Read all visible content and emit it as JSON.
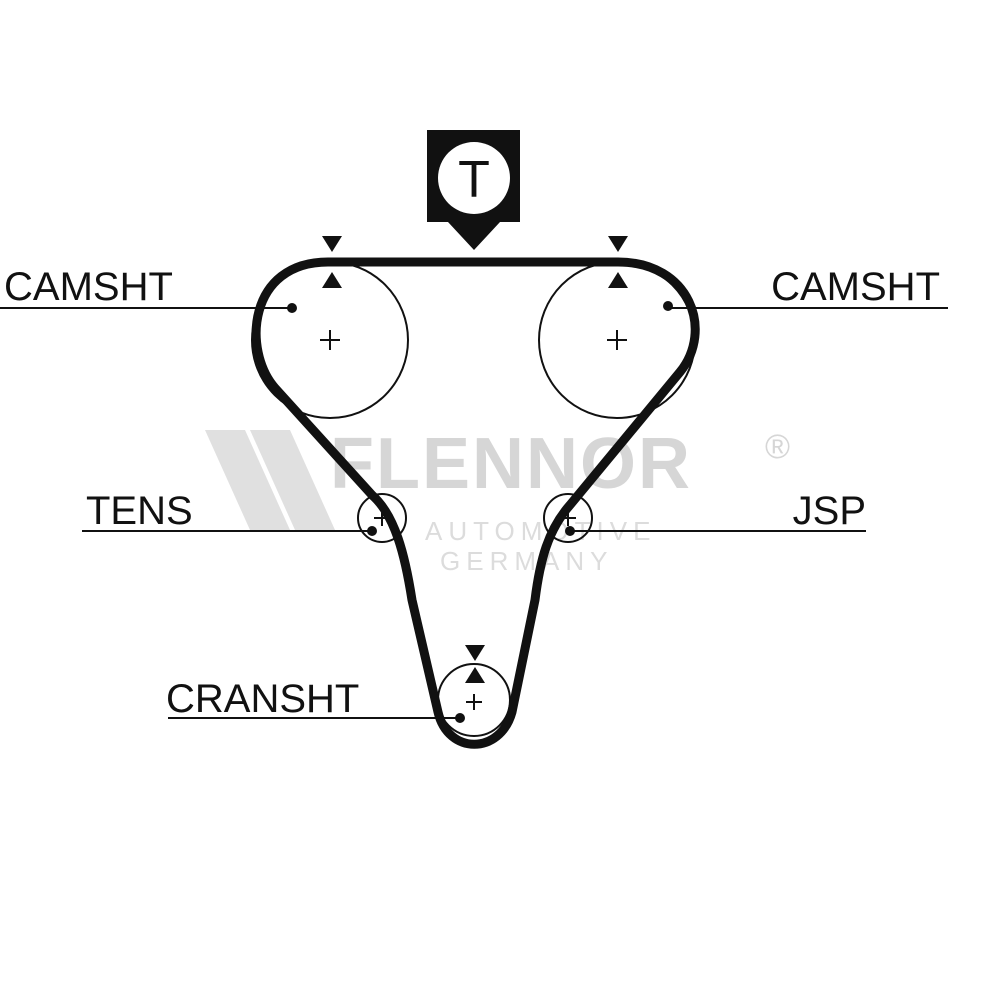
{
  "labels": {
    "camshaft_left": "CAMSHT",
    "camshaft_right": "CAMSHT",
    "tensioner": "TENS",
    "jsp": "JSP",
    "crankshaft": "CRANSHT"
  },
  "tension_marker": "T",
  "watermark": {
    "brand": "FLENNOR",
    "registered": "®",
    "line1": "AUTOMOTIVE",
    "line2": "GERMANY"
  },
  "colors": {
    "ink": "#111111",
    "watermark": "#d6d6d6",
    "background": "#ffffff"
  }
}
